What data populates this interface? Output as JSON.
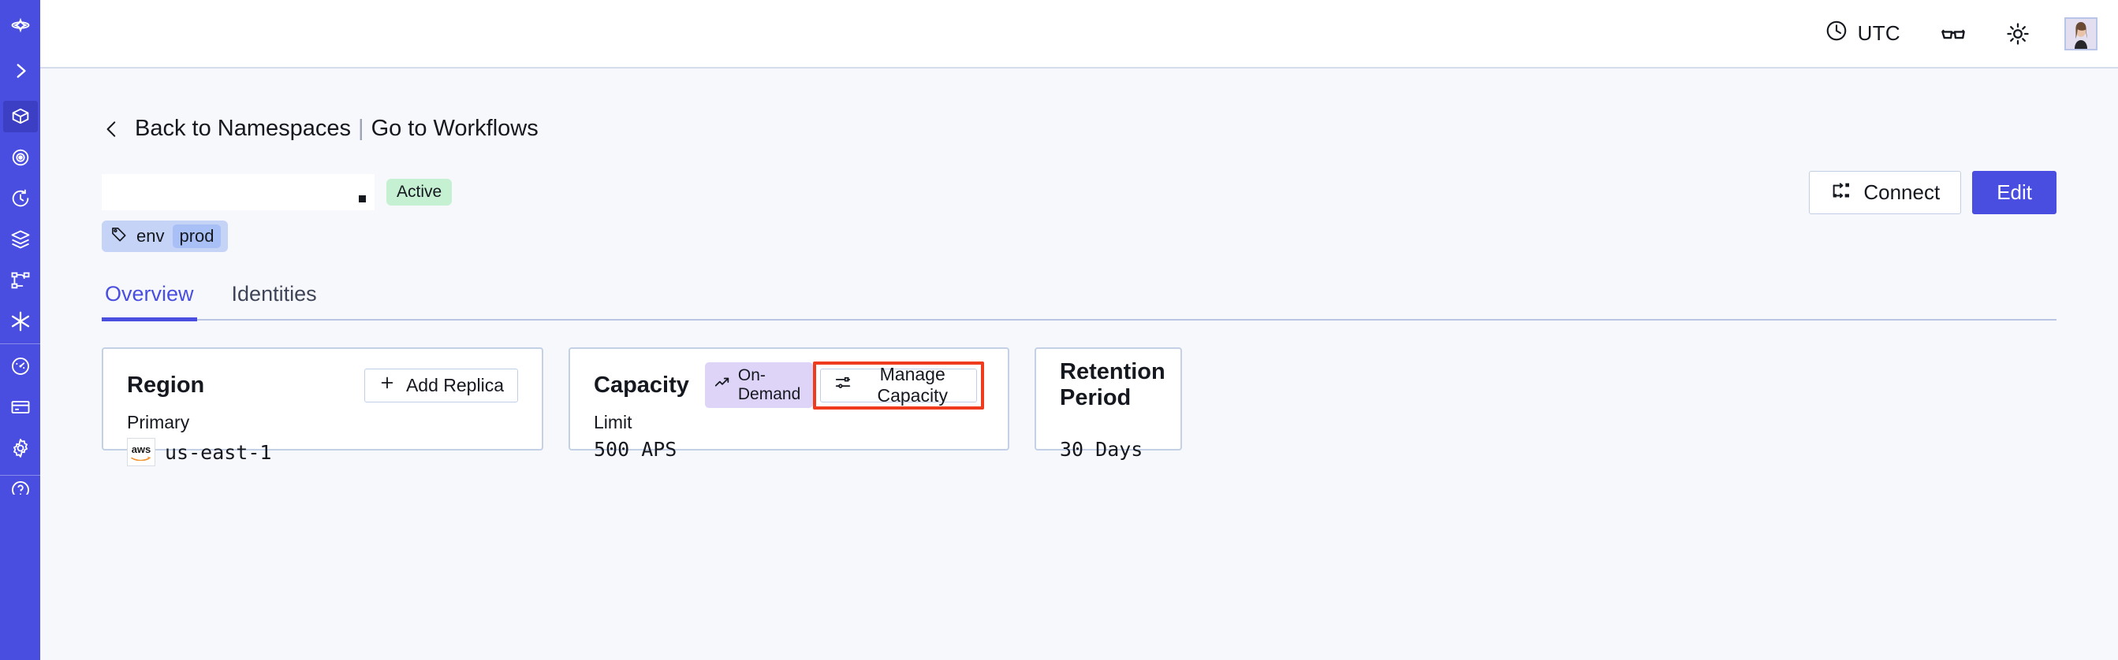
{
  "sidebar": {
    "items": [
      {
        "name": "logo-icon",
        "label": "Temporal"
      },
      {
        "name": "expand-icon",
        "label": "Expand navigation"
      },
      {
        "name": "namespaces-icon",
        "label": "Namespaces"
      },
      {
        "name": "visibility-icon",
        "label": "Visibility"
      },
      {
        "name": "history-icon",
        "label": "History"
      },
      {
        "name": "layers-icon",
        "label": "Schedules"
      },
      {
        "name": "workflow-graph-icon",
        "label": "Workflows"
      },
      {
        "name": "nexus-icon",
        "label": "Nexus"
      },
      {
        "name": "usage-icon",
        "label": "Usage"
      },
      {
        "name": "billing-icon",
        "label": "Billing"
      },
      {
        "name": "settings-icon",
        "label": "Settings"
      }
    ]
  },
  "header": {
    "timezone": "UTC",
    "clock_icon": "clock-icon",
    "glasses_icon": "glasses-icon",
    "brightness_icon": "sun-icon",
    "avatar_icon": "user-avatar"
  },
  "breadcrumb": {
    "back_chevron": "chevron-left-icon",
    "back_label": "Back to Namespaces",
    "separator": "|",
    "forward_label": "Go to Workflows"
  },
  "title": {
    "redacted": "",
    "status_badge": "Active",
    "tag_icon": "tag-icon",
    "tag_key": "env",
    "tag_value": "prod"
  },
  "actions": {
    "connect_icon": "connect-icon",
    "connect_label": "Connect",
    "edit_label": "Edit"
  },
  "tabs": [
    {
      "label": "Overview",
      "active": true
    },
    {
      "label": "Identities",
      "active": false
    }
  ],
  "cards": {
    "region": {
      "title": "Region",
      "button_icon": "plus-icon",
      "button_label": "Add Replica",
      "sub_label": "Primary",
      "provider_icon": "aws-logo",
      "provider_text": "aws",
      "value": "us-east-1"
    },
    "capacity": {
      "title": "Capacity",
      "badge_icon": "trending-up-icon",
      "badge_label": "On-Demand",
      "button_icon": "sliders-icon",
      "button_label": "Manage Capacity",
      "sub_label": "Limit",
      "value": "500 APS",
      "highlight_color": "#ef3b1e"
    },
    "retention": {
      "title": "Retention Period",
      "value": "30 Days"
    }
  },
  "colors": {
    "brand": "#4a4ee0",
    "sidebar": "#4a4ee0",
    "page_bg": "#f7f8fb",
    "card_border": "#c3d0e6",
    "active_badge": "#c6f0d2",
    "demand_badge": "#ddd4f7",
    "tag_bg": "#c5d3f7",
    "annotation": "#ef3b1e"
  }
}
